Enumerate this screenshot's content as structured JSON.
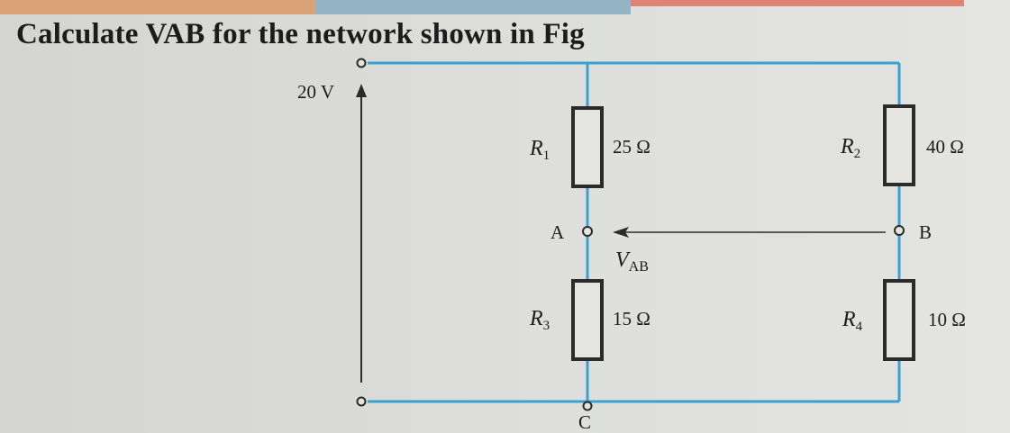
{
  "title": "Calculate VAB for the network shown in Fig",
  "source": {
    "label": "20 V"
  },
  "resistors": [
    {
      "symbol": "R",
      "sub": "1",
      "value": "25 Ω"
    },
    {
      "symbol": "R",
      "sub": "2",
      "value": "40 Ω"
    },
    {
      "symbol": "R",
      "sub": "3",
      "value": "15 Ω"
    },
    {
      "symbol": "R",
      "sub": "4",
      "value": "10 Ω"
    }
  ],
  "nodes": {
    "a": "A",
    "b": "B",
    "c": "C"
  },
  "vab": {
    "symbol": "V",
    "sub": "AB"
  },
  "colors": {
    "wire": "#3aa0d0",
    "component": "#2b2b2b",
    "strip_top": [
      "#d9a276",
      "#93b4c4",
      "#e08373"
    ]
  }
}
